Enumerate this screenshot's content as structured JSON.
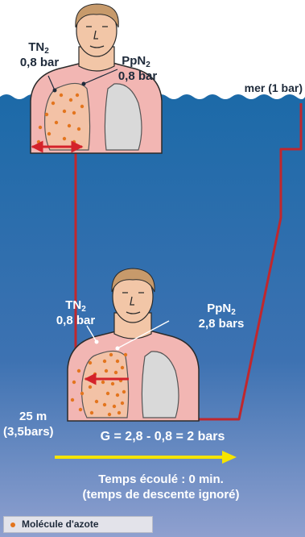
{
  "diagram": {
    "surface": {
      "tn2_label": "TN",
      "tn2_sub": "2",
      "tn2_value": "0,8 bar",
      "ppn2_label": "PpN",
      "ppn2_sub": "2",
      "ppn2_value": "0,8 bar",
      "sea_label": "mer (1 bar)"
    },
    "depth": {
      "tn2_label": "TN",
      "tn2_sub": "2",
      "tn2_value": "0,8 bar",
      "ppn2_label": "PpN",
      "ppn2_sub": "2",
      "ppn2_value": "2,8 bars",
      "depth_label": "25 m",
      "pressure_label": "(3,5bars)"
    },
    "gradient_formula": "G = 2,8 - 0,8 = 2 bars",
    "time_line1": "Temps écoulé : 0 min.",
    "time_line2": "(temps de descente ignoré)",
    "legend": "Molécule d'azote"
  },
  "colors": {
    "sky": "#ffffff",
    "water_top": "#1c6aa8",
    "water_bottom": "#8a9ccc",
    "profile_line": "#c0272d",
    "arrow_red": "#d4222a",
    "arrow_yellow": "#f5e400",
    "skin": "#f2c6a7",
    "torso": "#f2b6b3",
    "lung": "#d9d9d9",
    "molecule": "#e3751e"
  }
}
